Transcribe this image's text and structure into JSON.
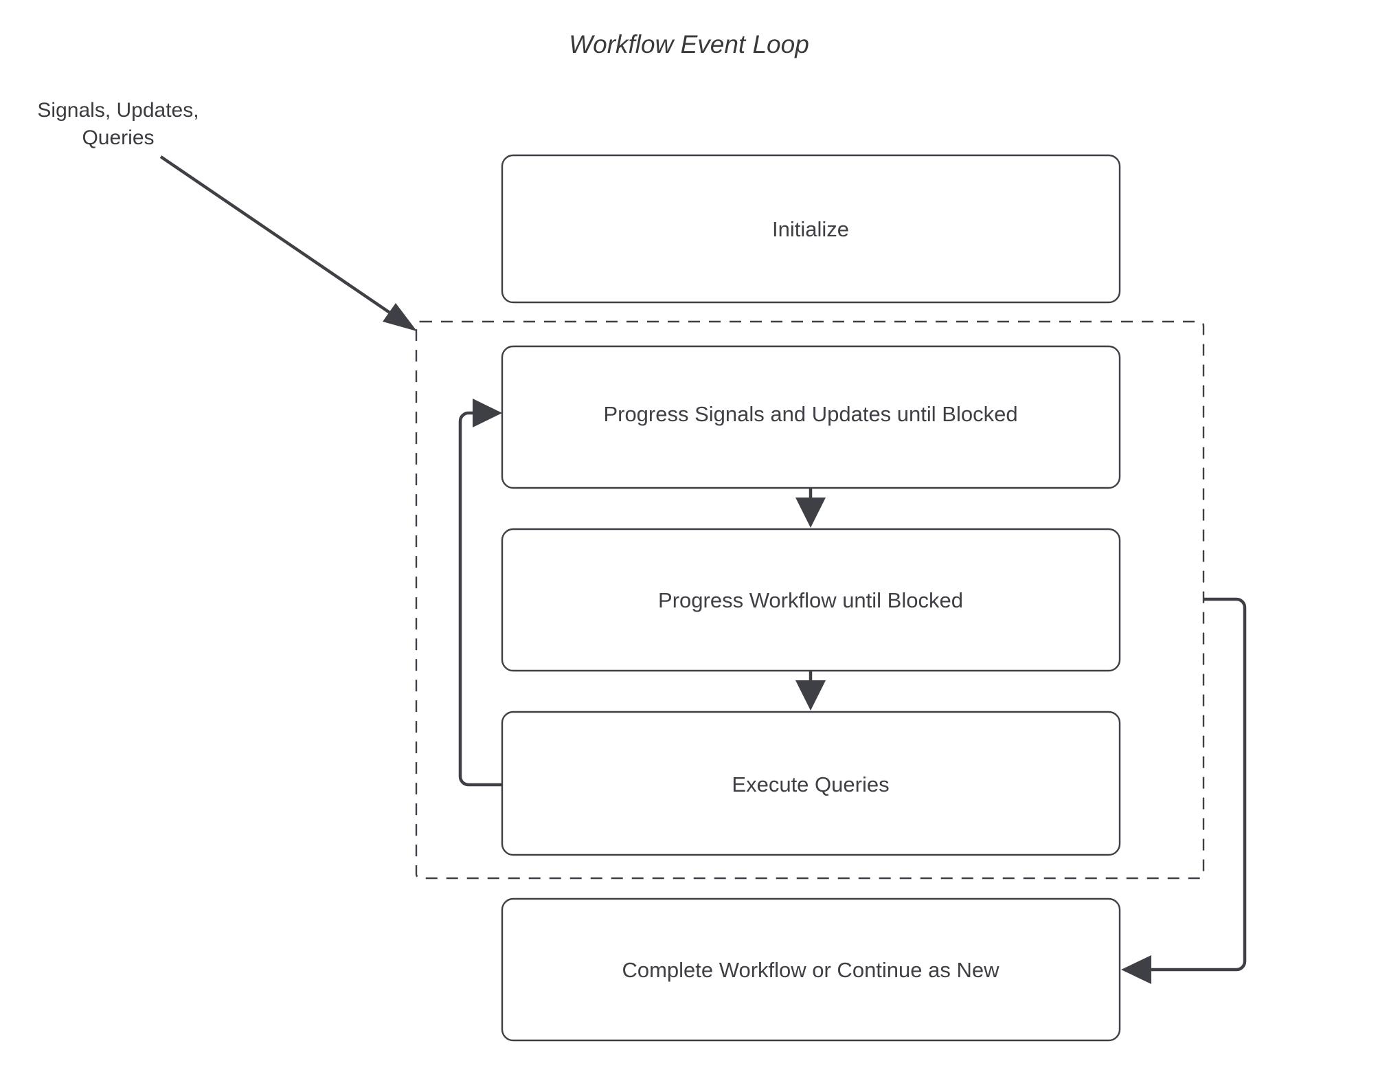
{
  "diagram": {
    "title": "Workflow Event Loop",
    "background_color": "#ffffff",
    "stroke_color": "#3f4045",
    "text_color": "#3f4045",
    "external_label": {
      "line1": "Signals, Updates,",
      "line2": "Queries"
    },
    "nodes": [
      {
        "id": "initialize",
        "label": "Initialize"
      },
      {
        "id": "progress-signals",
        "label": "Progress Signals and Updates until Blocked"
      },
      {
        "id": "progress-workflow",
        "label": "Progress Workflow until Blocked"
      },
      {
        "id": "execute-queries",
        "label": "Execute Queries"
      },
      {
        "id": "complete-workflow",
        "label": "Complete Workflow or Continue as New"
      }
    ],
    "group": {
      "id": "event-loop-group",
      "style": "dashed",
      "label": ""
    },
    "edges": [
      {
        "from": "external-input",
        "to": "event-loop-group",
        "label": ""
      },
      {
        "from": "progress-signals",
        "to": "progress-workflow",
        "label": ""
      },
      {
        "from": "progress-workflow",
        "to": "execute-queries",
        "label": ""
      },
      {
        "from": "execute-queries",
        "to": "progress-signals",
        "label": ""
      },
      {
        "from": "event-loop-group",
        "to": "complete-workflow",
        "label": ""
      }
    ]
  }
}
